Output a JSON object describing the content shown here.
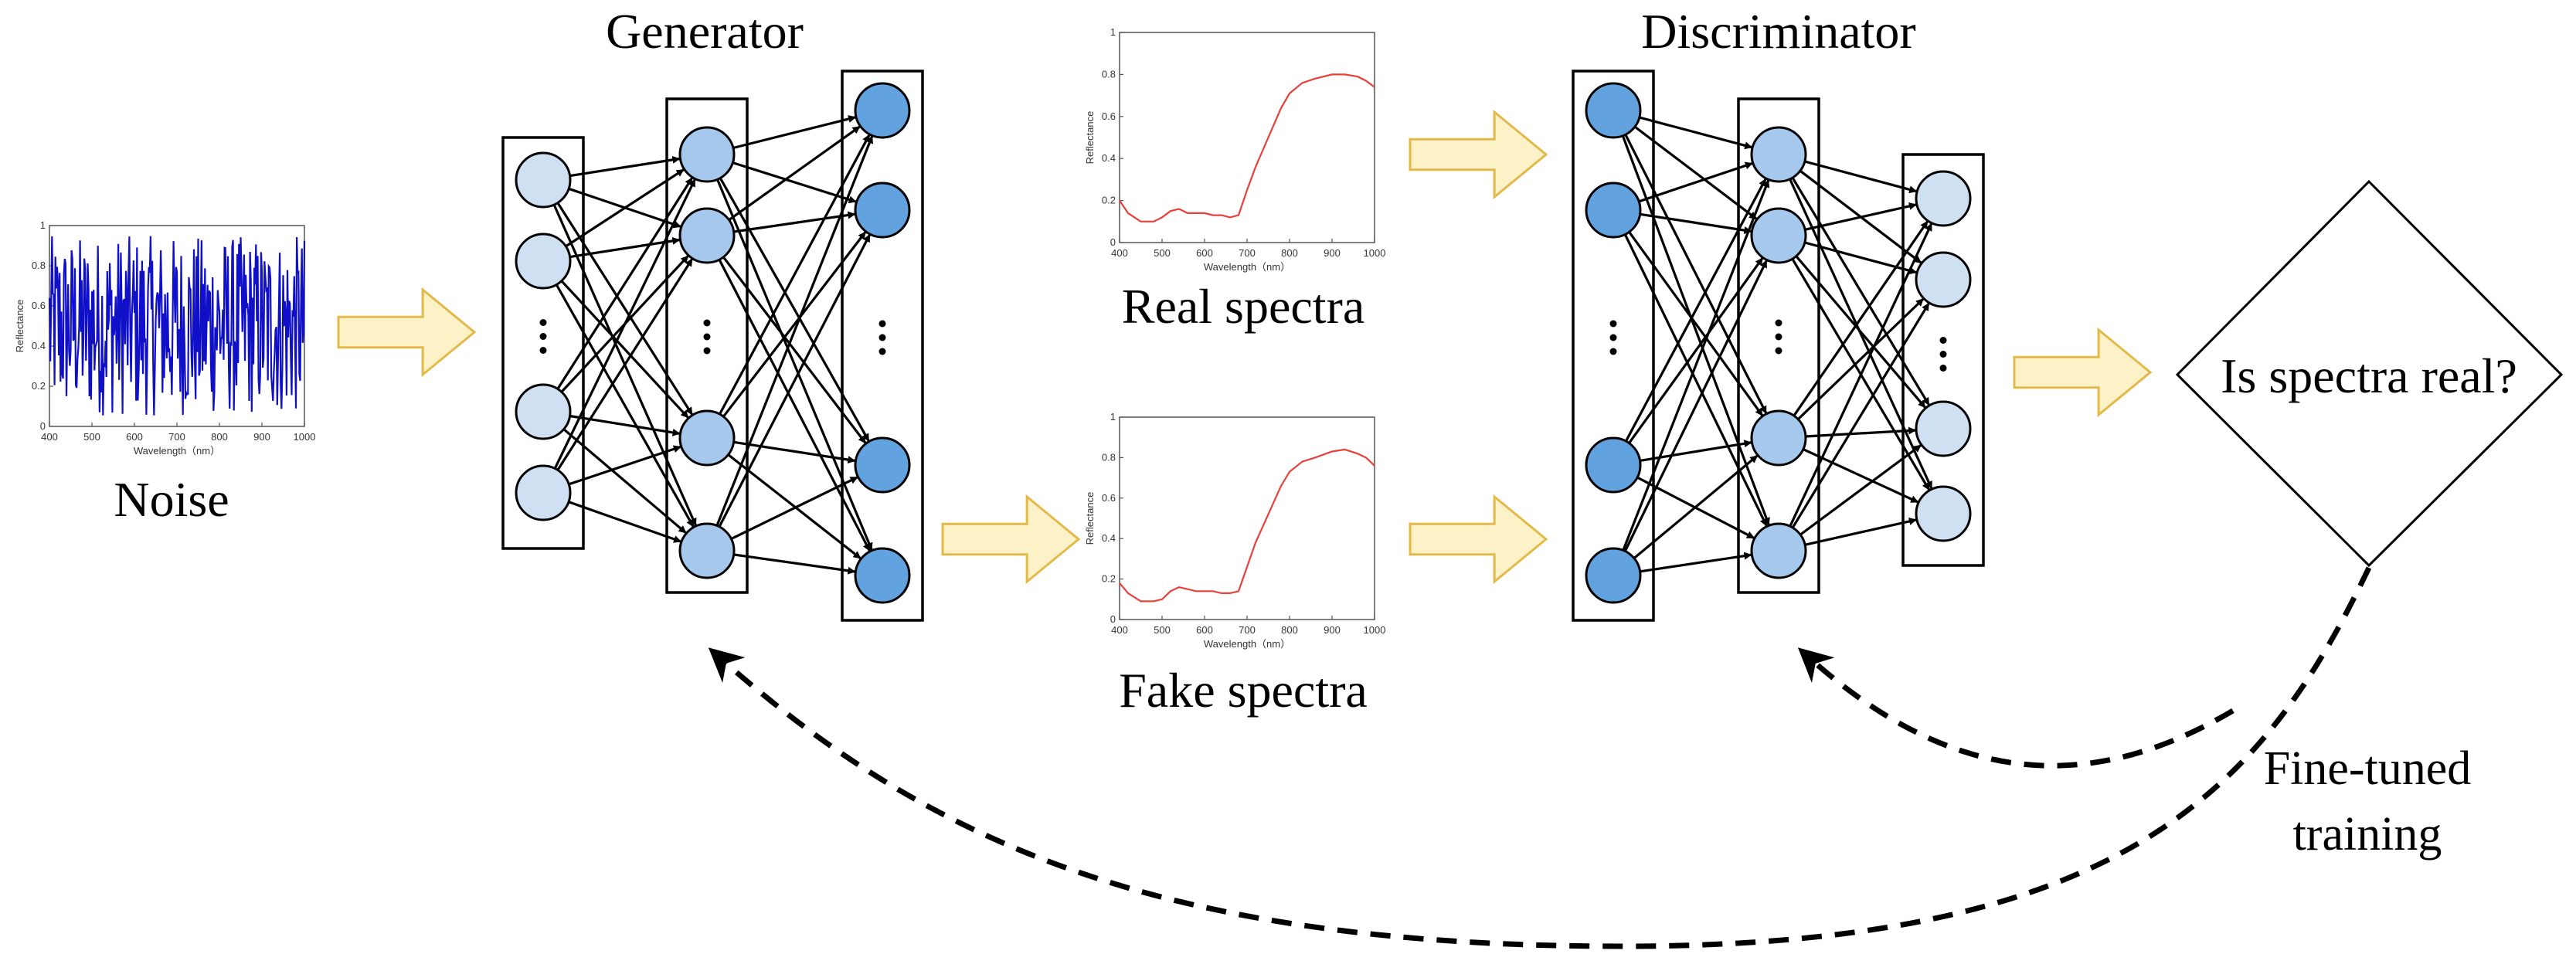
{
  "labels": {
    "generator": "Generator",
    "discriminator": "Discriminator",
    "noise": "Noise",
    "real_spectra": "Real spectra",
    "fake_spectra": "Fake spectra",
    "decision": "Is spectra real?",
    "feedback_line1": "Fine-tuned",
    "feedback_line2": "training"
  },
  "colors": {
    "node_light": "#cfe0f3",
    "node_mid": "#a5c8ec",
    "node_dark": "#62a2df",
    "arrow_fill": "#fdf1c8",
    "arrow_stroke": "#e3b94a",
    "noise_line": "#1010c8",
    "spectra_line": "#e8403a"
  },
  "charts": {
    "noise": {
      "type": "line",
      "xlabel": "Wavelength（nm）",
      "ylabel": "Reflectance",
      "xlim": [
        400,
        1000
      ],
      "ylim": [
        0,
        1
      ],
      "xticks": [
        "400",
        "500",
        "600",
        "700",
        "800",
        "900",
        "1000"
      ],
      "yticks": [
        "0",
        "0.2",
        "0.4",
        "0.6",
        "0.8",
        "1"
      ]
    },
    "real": {
      "type": "line",
      "xlabel": "Wavelength（nm）",
      "ylabel": "Reflectance",
      "xlim": [
        400,
        1000
      ],
      "ylim": [
        0,
        1
      ],
      "xticks": [
        "400",
        "500",
        "600",
        "700",
        "800",
        "900",
        "1000"
      ],
      "yticks": [
        "0",
        "0.2",
        "0.4",
        "0.6",
        "0.8",
        "1"
      ],
      "x": [
        400,
        420,
        450,
        480,
        500,
        520,
        540,
        560,
        580,
        600,
        620,
        640,
        660,
        680,
        700,
        720,
        750,
        780,
        800,
        830,
        860,
        900,
        930,
        960,
        980,
        1000
      ],
      "y": [
        0.2,
        0.14,
        0.1,
        0.1,
        0.12,
        0.15,
        0.16,
        0.14,
        0.14,
        0.14,
        0.13,
        0.13,
        0.12,
        0.13,
        0.25,
        0.36,
        0.5,
        0.64,
        0.71,
        0.76,
        0.78,
        0.8,
        0.8,
        0.79,
        0.77,
        0.74
      ]
    },
    "fake": {
      "type": "line",
      "xlabel": "Wavelength（nm）",
      "ylabel": "Reflectance",
      "xlim": [
        400,
        1000
      ],
      "ylim": [
        0,
        1
      ],
      "xticks": [
        "400",
        "500",
        "600",
        "700",
        "800",
        "900",
        "1000"
      ],
      "yticks": [
        "0",
        "0.2",
        "0.4",
        "0.6",
        "0.8",
        "1"
      ],
      "x": [
        400,
        420,
        450,
        480,
        500,
        520,
        540,
        560,
        580,
        600,
        620,
        640,
        660,
        680,
        700,
        720,
        750,
        780,
        800,
        830,
        860,
        900,
        930,
        960,
        980,
        1000
      ],
      "y": [
        0.18,
        0.13,
        0.09,
        0.09,
        0.1,
        0.14,
        0.16,
        0.15,
        0.14,
        0.14,
        0.14,
        0.13,
        0.13,
        0.14,
        0.26,
        0.38,
        0.52,
        0.66,
        0.73,
        0.78,
        0.8,
        0.83,
        0.84,
        0.82,
        0.8,
        0.76
      ]
    }
  }
}
